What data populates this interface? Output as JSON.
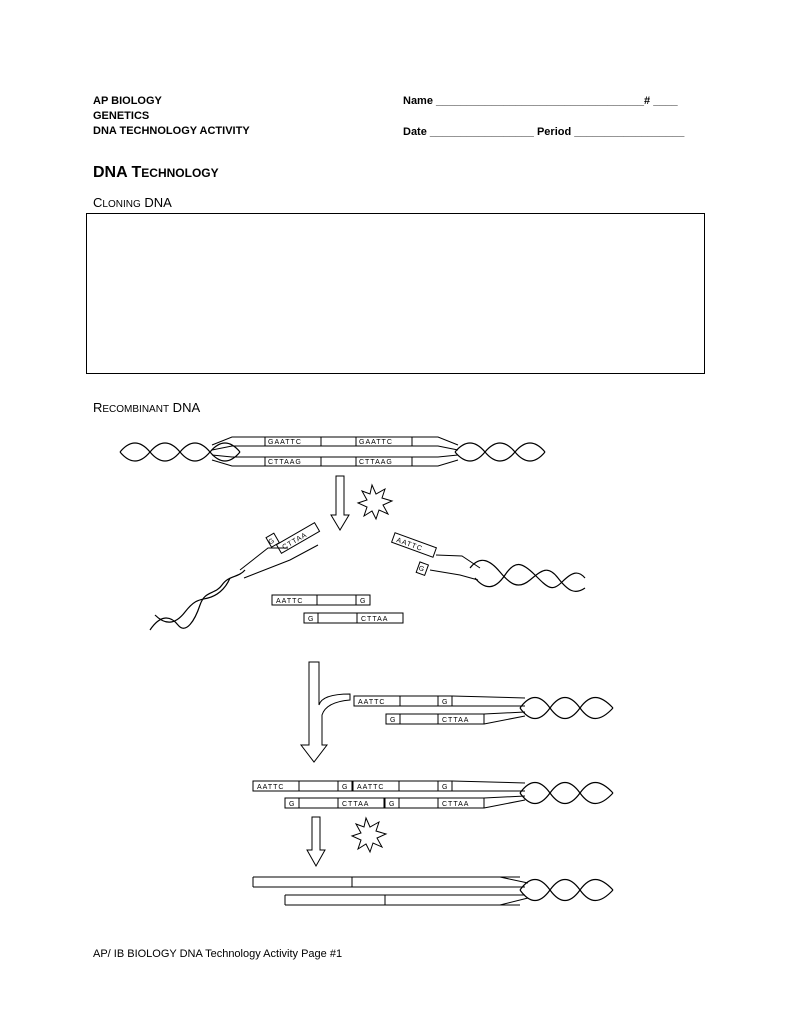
{
  "header": {
    "left": [
      "AP BIOLOGY",
      "GENETICS",
      "DNA  TECHNOLOGY ACTIVITY"
    ],
    "name_line": "Name __________________________________# ____",
    "date_line": "Date _________________ Period __________________"
  },
  "title": {
    "big1": "DNA T",
    "small1": "ECHNOLOGY"
  },
  "sections": {
    "cloning": {
      "cap": "C",
      "small": "LONING",
      "rest": " DNA"
    },
    "recombinant": {
      "cap": "R",
      "small": "ECOMBINANT",
      "rest": " DNA"
    }
  },
  "sequences": {
    "ecori_top": "GAATTC",
    "ecori_bottom": "CTTAAG",
    "sticky_aattc": "AATTC",
    "sticky_cttaa": "CTTAA",
    "sticky_g": "G"
  },
  "footer": "AP/ IB BIOLOGY DNA Technology Activity Page #1"
}
